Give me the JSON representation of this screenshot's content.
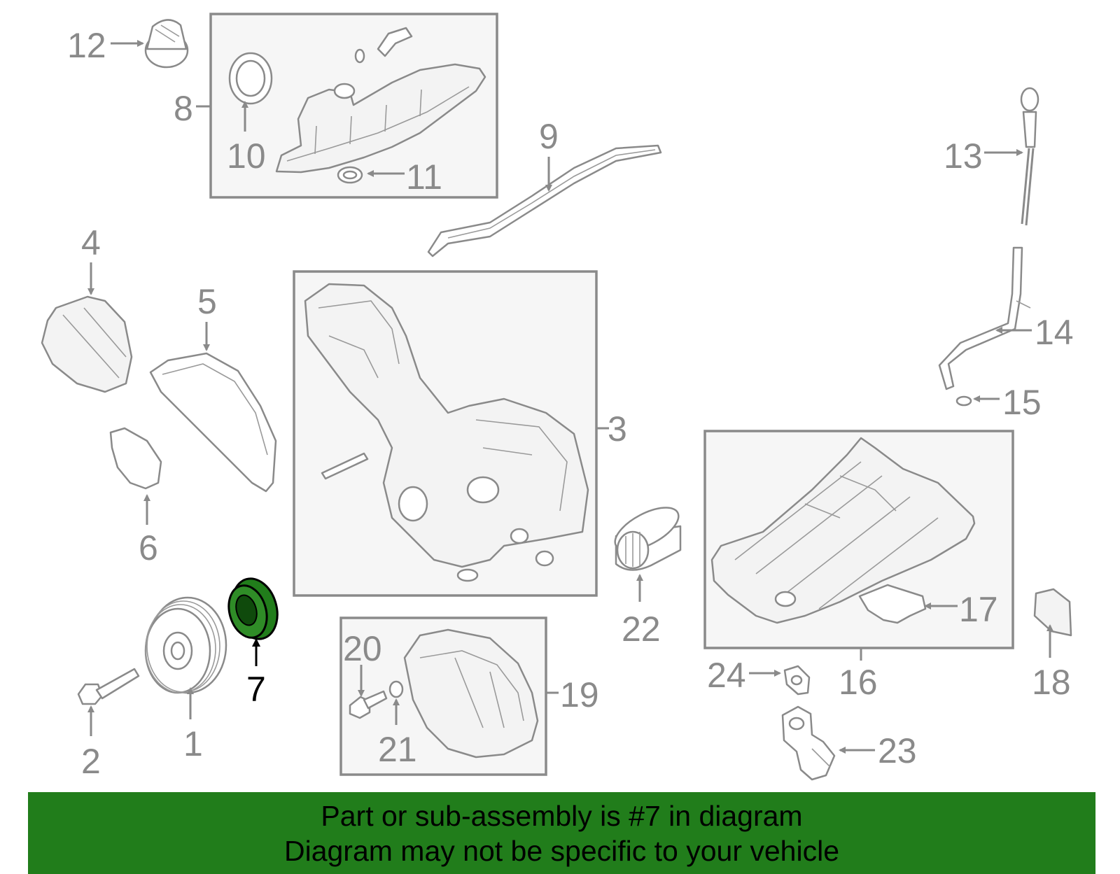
{
  "callouts": {
    "c1": "1",
    "c2": "2",
    "c3": "3",
    "c4": "4",
    "c5": "5",
    "c6": "6",
    "c7": "7",
    "c8": "8",
    "c9": "9",
    "c10": "10",
    "c11": "11",
    "c12": "12",
    "c13": "13",
    "c14": "14",
    "c15": "15",
    "c16": "16",
    "c17": "17",
    "c18": "18",
    "c19": "19",
    "c20": "20",
    "c21": "21",
    "c22": "22",
    "c23": "23",
    "c24": "24"
  },
  "highlight": {
    "part": "7",
    "color": "#217d1b"
  },
  "banner": {
    "line1": "Part or sub-assembly is #7 in diagram",
    "line2": "Diagram may not be specific to your vehicle",
    "color": "#217d1b"
  }
}
